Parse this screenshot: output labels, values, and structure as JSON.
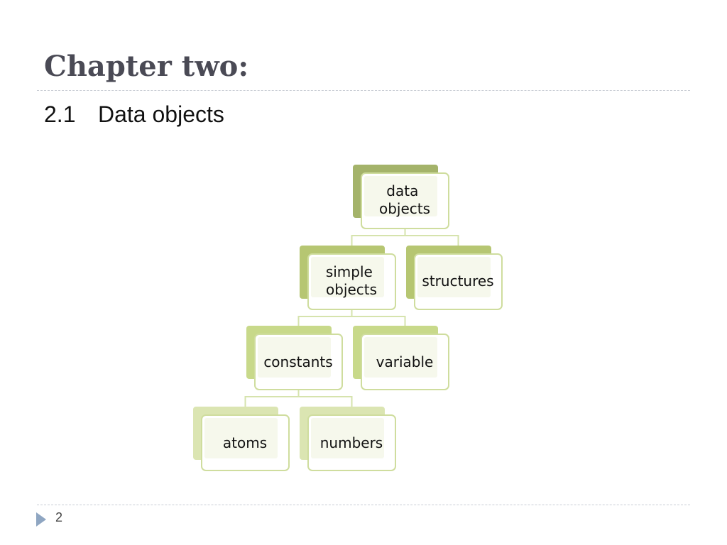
{
  "slide": {
    "title": "Chapter two:",
    "section_number": "2.1",
    "section_title": "Data objects",
    "page_number": "2"
  },
  "diagram": {
    "nodes": {
      "data_objects": {
        "lines": [
          "data",
          "objects"
        ],
        "level": 0
      },
      "simple_objects": {
        "lines": [
          "simple",
          "objects"
        ],
        "level": 1
      },
      "structures": {
        "lines": [
          "structures"
        ],
        "level": 1
      },
      "constants": {
        "lines": [
          "constants"
        ],
        "level": 2
      },
      "variable": {
        "lines": [
          "variable"
        ],
        "level": 2
      },
      "atoms": {
        "lines": [
          "atoms"
        ],
        "level": 3
      },
      "numbers": {
        "lines": [
          "numbers"
        ],
        "level": 3
      }
    },
    "edges": [
      [
        "data_objects",
        "simple_objects"
      ],
      [
        "data_objects",
        "structures"
      ],
      [
        "simple_objects",
        "constants"
      ],
      [
        "simple_objects",
        "variable"
      ],
      [
        "constants",
        "atoms"
      ],
      [
        "constants",
        "numbers"
      ]
    ],
    "colors": {
      "level0": "#a4b36a",
      "level1": "#b6c672",
      "level2": "#c8d98a",
      "level3": "#dbe5b2",
      "border": "#cfdd9e",
      "inner": "#f6f8ec",
      "connector": "#d6e3ad"
    }
  }
}
